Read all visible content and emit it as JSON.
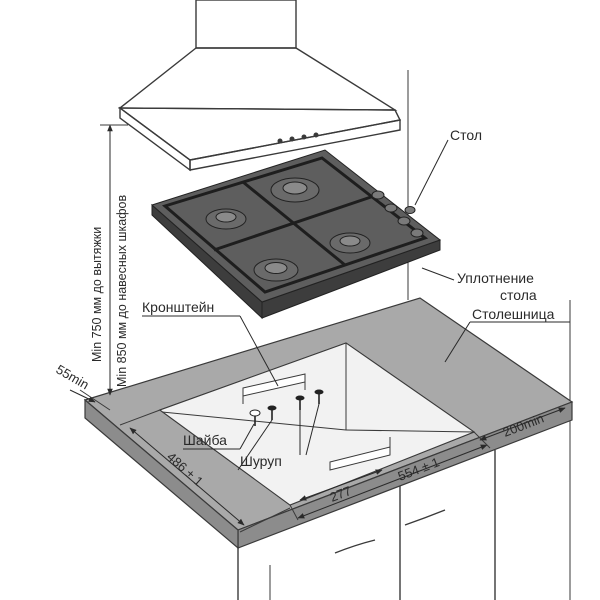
{
  "labels": {
    "table": "Стол",
    "seal_line1": "Уплотнение",
    "seal_line2": "стола",
    "countertop": "Столешница",
    "bracket": "Кронштейн",
    "washer": "Шайба",
    "screw": "Шуруп",
    "hood_distance": "Min 750 мм до вытяжки",
    "cabinet_distance": "Min 850 мм до навесных шкафов"
  },
  "dimensions": {
    "edge_offset": "55min",
    "depth": "486 ± 1",
    "width": "554 ± 1",
    "bracket_offset": "277",
    "wall_offset": "200min"
  },
  "colors": {
    "hob_top": "#5e5e5e",
    "hob_side": "#3d3d3d",
    "countertop": "#a9a9a9",
    "countertop_edge": "#8c8c8c",
    "cutout_floor": "#f2f2f2",
    "hood": "#ffffff"
  }
}
